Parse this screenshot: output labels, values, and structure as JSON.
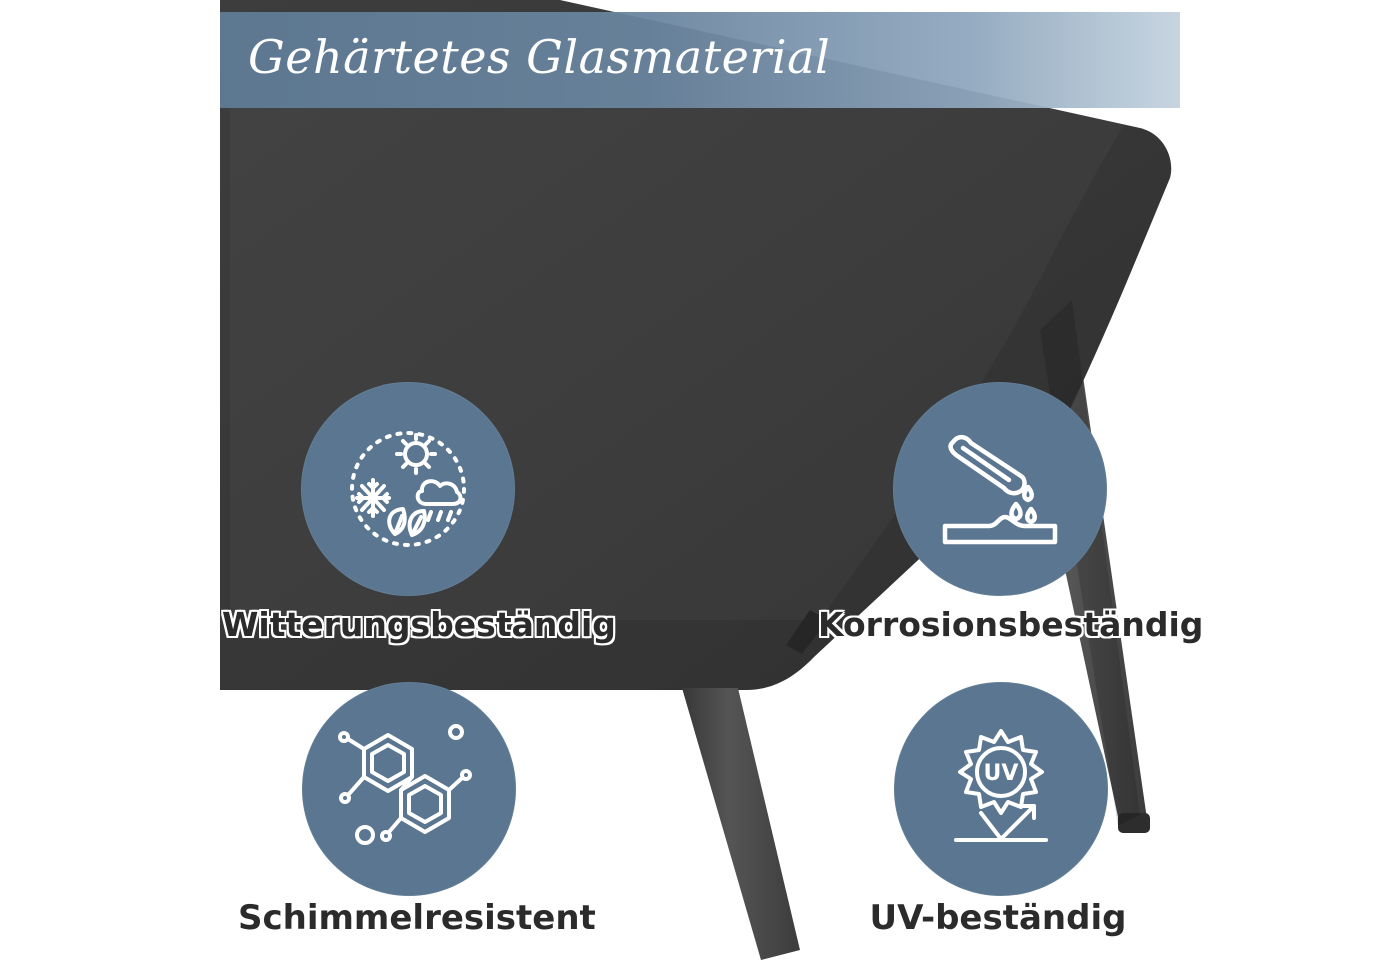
{
  "header": {
    "title": "Gehärtetes Glasmaterial"
  },
  "features": [
    {
      "label": "Witterungsbeständig",
      "icon": "weather-icon"
    },
    {
      "label": "Korrosionsbeständig",
      "icon": "corrosion-icon"
    },
    {
      "label": "Schimmelresistent",
      "icon": "molecule-icon"
    },
    {
      "label": "UV-beständig",
      "icon": "uv-icon"
    }
  ],
  "uv_badge": {
    "text": "UV"
  },
  "colors": {
    "banner": "#6f8ca7",
    "circle": "#5a7690",
    "tabletop": "#3a3a3a",
    "legs": "#4a4a4a",
    "text": "#2b2b2b"
  }
}
